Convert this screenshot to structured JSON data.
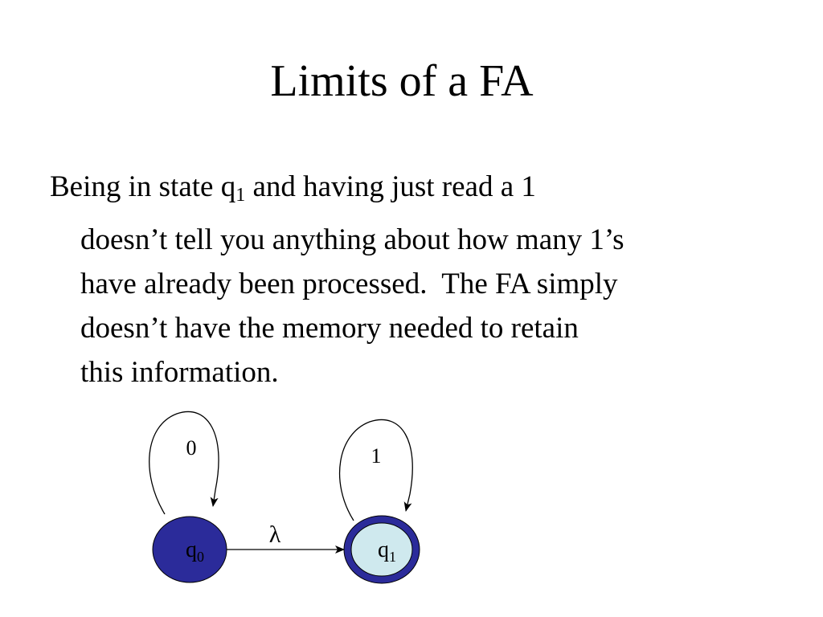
{
  "slide": {
    "title": "Limits of a FA",
    "paragraph": {
      "line1_a": "Being in state q",
      "line1_sub": "1",
      "line1_b": " and having just read a 1",
      "line2": "doesn’t tell you anything about how many 1’s",
      "line3": "have already been processed.  The FA simply",
      "line4": "doesn’t have the memory needed to retain",
      "line5": "this information."
    }
  },
  "diagram": {
    "states": [
      {
        "base": "q",
        "sub": "0",
        "fill": "#2b2b9a",
        "accepting": false
      },
      {
        "base": "q",
        "sub": "1",
        "fill": "#cfe9ee",
        "ring": "#2b2b9a",
        "accepting": true
      }
    ],
    "self_loops": [
      {
        "state": "q0",
        "label": "0"
      },
      {
        "state": "q1",
        "label": "1"
      }
    ],
    "transitions": [
      {
        "from": "q0",
        "to": "q1",
        "label": "λ"
      }
    ]
  }
}
